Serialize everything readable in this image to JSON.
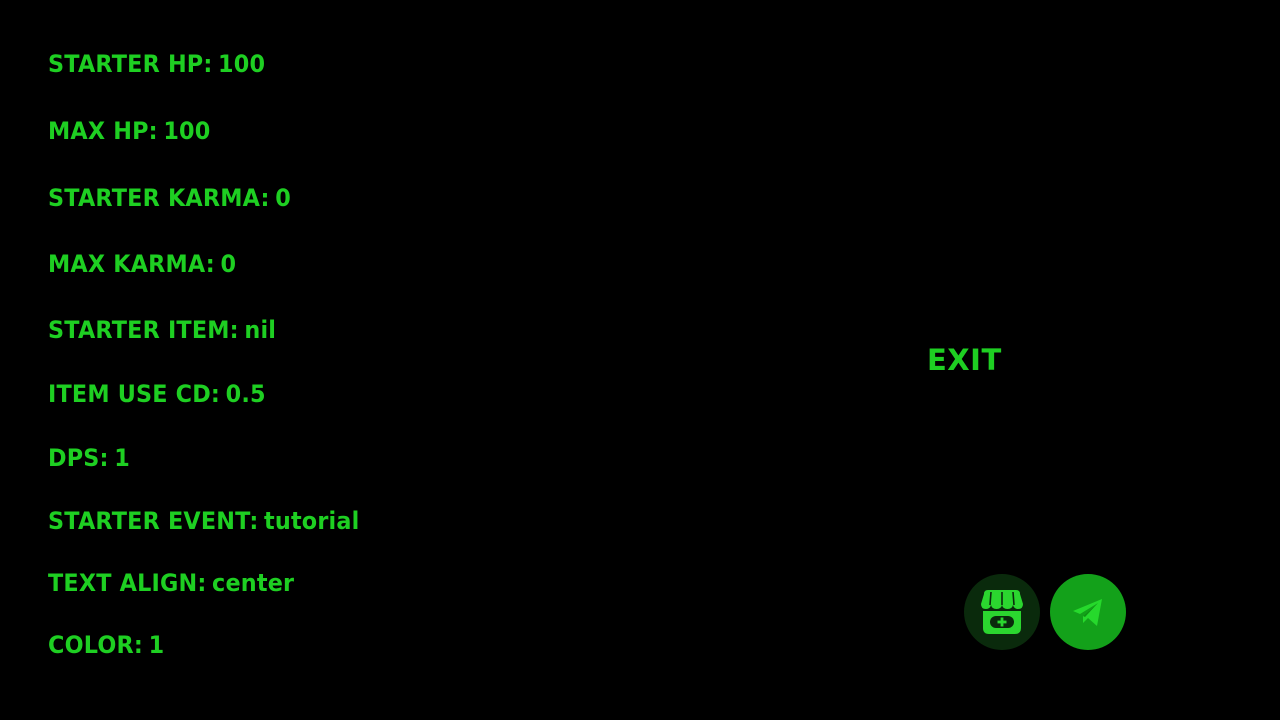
{
  "settings": [
    {
      "key": "STARTER HP:",
      "value": "100"
    },
    {
      "key": "MAX HP:",
      "value": "100"
    },
    {
      "key": "STARTER KARMA:",
      "value": "0"
    },
    {
      "key": "MAX KARMA:",
      "value": "0"
    },
    {
      "key": "STARTER ITEM:",
      "value": "nil"
    },
    {
      "key": "ITEM USE CD:",
      "value": "0.5"
    },
    {
      "key": "DPS:",
      "value": "1"
    },
    {
      "key": "STARTER EVENT:",
      "value": "tutorial"
    },
    {
      "key": "TEXT ALIGN:",
      "value": "center"
    },
    {
      "key": "COLOR:",
      "value": "1"
    }
  ],
  "exit_label": "EXIT",
  "social": {
    "itch_icon": "itch-io-icon",
    "telegram_icon": "telegram-icon"
  },
  "colors": {
    "text": "#1ecf22",
    "background": "#000000",
    "itch_bg": "#0a2a0c",
    "telegram_bg": "#13a11a"
  }
}
